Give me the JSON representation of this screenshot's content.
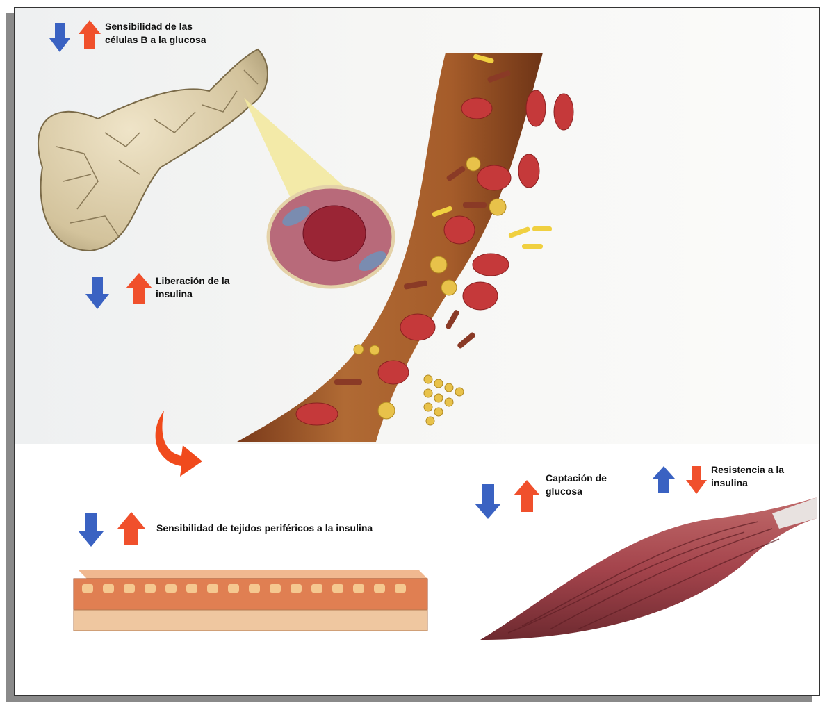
{
  "labels": {
    "beta_cells": "Sensibilidad de las células B a la glucosa",
    "insulin_release": "Liberación de la insulina",
    "peripheral": "Sensibilidad de tejidos periféricos a la insulina",
    "glucose_uptake": "Captación de glucosa",
    "resistance": "Resistencia a la insulina"
  },
  "colors": {
    "down_arrow": "#3a62c2",
    "up_arrow": "#f0502c",
    "curved_arrow": "#f04a1c",
    "vessel": "#a8622e",
    "red_cell": "#c5393a",
    "muscle": "#a4444c",
    "pancreas": "#d9ccaa"
  },
  "icons": [
    "arrow-down-icon",
    "arrow-up-icon",
    "curved-arrow-icon"
  ]
}
